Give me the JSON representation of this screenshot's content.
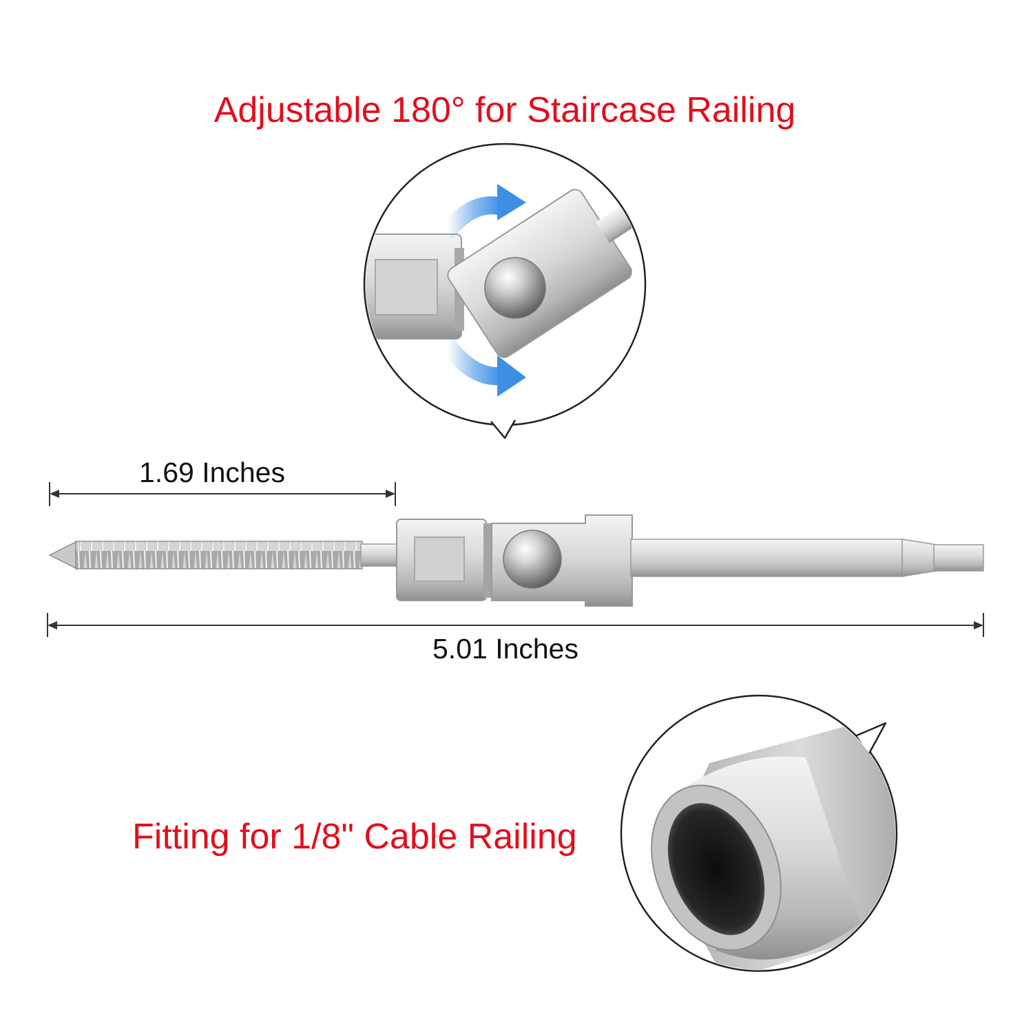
{
  "colors": {
    "caption_red": "#e30e1c",
    "arrow_blue": "#3d8fe6",
    "steel_light": "#e4e4e4",
    "steel_mid": "#bdbdbd",
    "steel_dark": "#8e8e8e",
    "outline": "#222222",
    "dimension_line": "#333333"
  },
  "captions": {
    "top": "Adjustable 180° for Staircase Railing",
    "bottom": "Fitting for 1/8\" Cable Railing"
  },
  "dimensions": {
    "short_label": "1.69 Inches",
    "total_label": "5.01 Inches"
  },
  "icons": {
    "rotation_arrows": "curved-arrow-icon",
    "dimension_arrows": "dimension-arrow-icon"
  }
}
